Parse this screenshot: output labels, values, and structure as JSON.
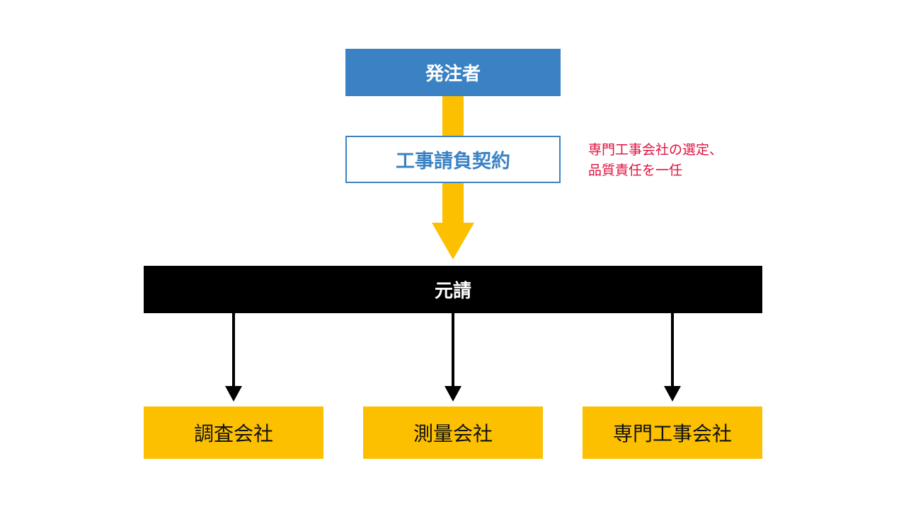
{
  "colors": {
    "client_fill": "#3b82c4",
    "contract_text": "#3b82c4",
    "contract_border": "#3b82c4",
    "flow_arrow": "#fcc000",
    "prime_fill": "#000000",
    "sub_fill": "#fcc000",
    "note_text": "#e0123f",
    "line": "#000000"
  },
  "nodes": {
    "client": "発注者",
    "contract": "工事請負契約",
    "prime": "元請",
    "subs": [
      "調査会社",
      "測量会社",
      "専門工事会社"
    ]
  },
  "note": {
    "lines": [
      "専門工事会社の選定、",
      "品質責任を一任"
    ]
  }
}
